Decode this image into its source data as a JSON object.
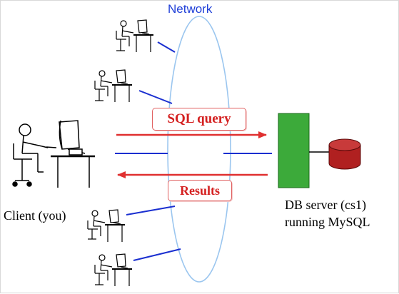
{
  "network": {
    "label": "Network"
  },
  "client": {
    "label": "Client (you)"
  },
  "server": {
    "line1": "DB server (cs1)",
    "line2": "running MySQL"
  },
  "flows": {
    "query_label": "SQL query",
    "results_label": "Results"
  },
  "colors": {
    "network_ellipse": "#9bc6ef",
    "link_lines": "#1a2fd0",
    "arrows": "#e03030",
    "server": "#3caa3a",
    "database": "#b02020"
  }
}
